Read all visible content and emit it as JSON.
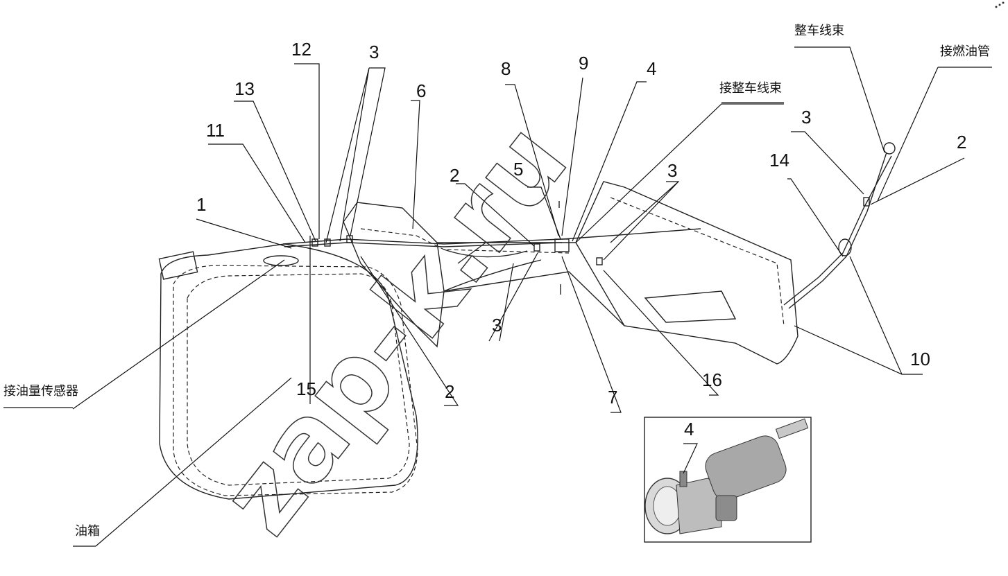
{
  "callouts": {
    "n1": "1",
    "n2a": "2",
    "n2b": "2",
    "n2c": "2",
    "n3a": "3",
    "n3b": "3",
    "n3c": "3",
    "n3d": "3",
    "n4": "4",
    "n4b": "4",
    "n5": "5",
    "n6": "6",
    "n7": "7",
    "n8": "8",
    "n9": "9",
    "n10": "10",
    "n11": "11",
    "n12": "12",
    "n13": "13",
    "n14": "14",
    "n15": "15",
    "n16": "16"
  },
  "notes": {
    "fuel_level_sensor": "接油量传感器",
    "fuel_tank": "油箱",
    "vehicle_harness": "整车线束",
    "fuel_pipe": "接燃油管",
    "connect_vehicle_harness": "接整车线束"
  },
  "watermark": "zap-k.ru"
}
